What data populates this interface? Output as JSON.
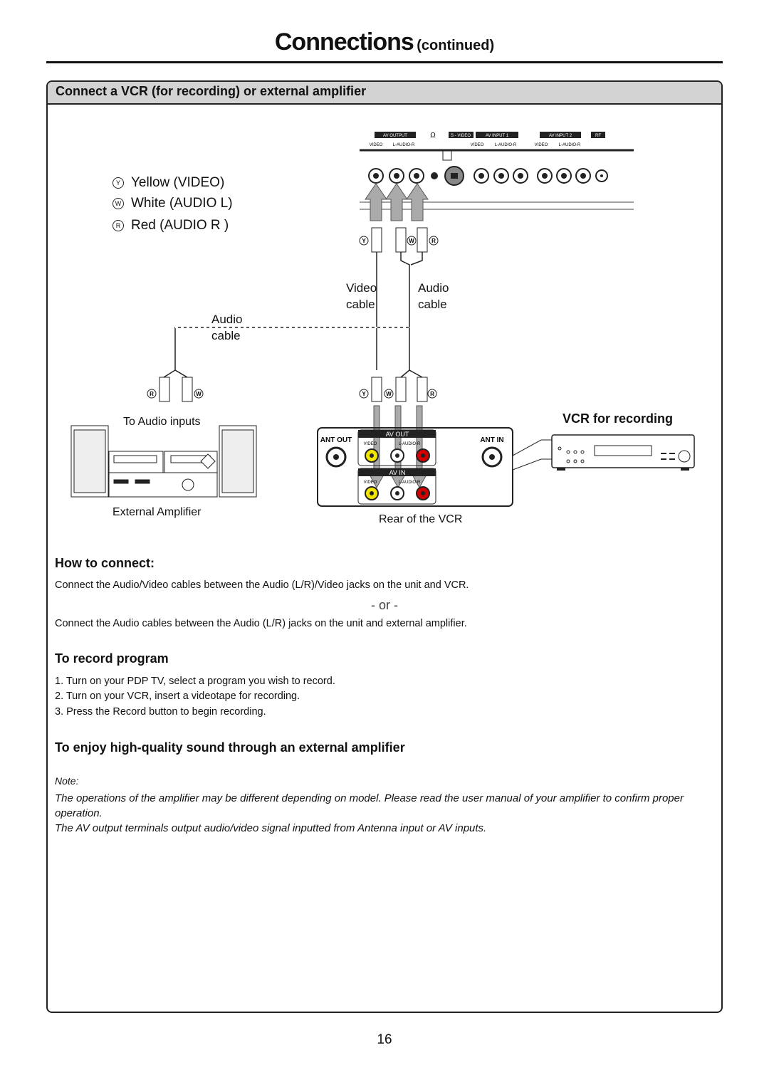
{
  "page": {
    "title": "Connections",
    "title_suffix": "(continued)",
    "page_number": "16"
  },
  "section": {
    "heading": "Connect a VCR (for recording) or external amplifier"
  },
  "diagram": {
    "legend": [
      {
        "marker": "Y",
        "text": "Yellow (VIDEO)"
      },
      {
        "marker": "W",
        "text": "White (AUDIO L)"
      },
      {
        "marker": "R",
        "text": "Red (AUDIO R )"
      }
    ],
    "tv_panel_labels": {
      "av_output": "AV OUTPUT",
      "s_video": "S - VIDEO",
      "av_input1": "AV INPUT 1",
      "av_input2": "AV INPUT 2",
      "rf": "RF",
      "video": "VIDEO",
      "audio_lr": "L-AUDIO-R"
    },
    "video_cable": [
      "Video",
      "cable"
    ],
    "audio_cable_right": [
      "Audio",
      "cable"
    ],
    "audio_cable_left": [
      "Audio",
      "cable"
    ],
    "to_audio_inputs": "To Audio inputs",
    "external_amplifier": "External Amplifier",
    "rear_of_vcr": "Rear of the VCR",
    "vcr_for_recording": "VCR for recording",
    "vcr_panel": {
      "ant_out": "ANT OUT",
      "ant_in": "ANT IN",
      "av_out": "AV OUT",
      "av_in": "AV IN",
      "video": "VIDEO",
      "audio_lr": "L-AUDIO-R"
    },
    "colors": {
      "yellow": "#f2e600",
      "white": "#ffffff",
      "red": "#d40000"
    }
  },
  "how_to_connect": {
    "heading": "How to connect:",
    "line1": "Connect the Audio/Video cables between the Audio (L/R)/Video jacks on the unit and VCR.",
    "or": "- or -",
    "line2": "Connect the Audio cables between the Audio (L/R) jacks on the unit and external amplifier."
  },
  "record_program": {
    "heading": "To record program",
    "steps": [
      "1. Turn on your PDP TV, select a program you wish to record.",
      "2. Turn on your VCR, insert a videotape for recording.",
      "3. Press the Record button to begin recording."
    ]
  },
  "amplifier": {
    "heading": "To enjoy high-quality sound through an external amplifier",
    "note_label": "Note:",
    "note1": "The operations of the amplifier may be different depending on model. Please read the user manual of your amplifier to confirm proper operation.",
    "note2": "The AV output terminals output audio/video signal inputted from Antenna input or AV inputs."
  }
}
